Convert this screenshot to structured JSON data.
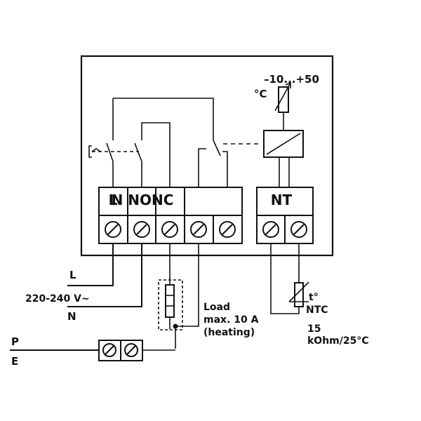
{
  "terminal_block": {
    "labels": [
      "L",
      "N",
      "N",
      "NO",
      "NC"
    ],
    "label_joined": "N NONC"
  },
  "sensor_block": {
    "label": "NT"
  },
  "temperature_range": {
    "range": "–10...+50",
    "unit": "°C"
  },
  "supply": {
    "line_label": "L",
    "voltage_label": "220-240 V~",
    "neutral_label": "N"
  },
  "earth": {
    "p_label": "P",
    "e_label": "E"
  },
  "load": {
    "line1": "Load",
    "line2": "max. 10 A",
    "line3": "(heating)"
  },
  "sensor": {
    "t_label": "t°",
    "type_label": "NTC",
    "value_label": "15",
    "spec_label": "kOhm/25°C"
  }
}
